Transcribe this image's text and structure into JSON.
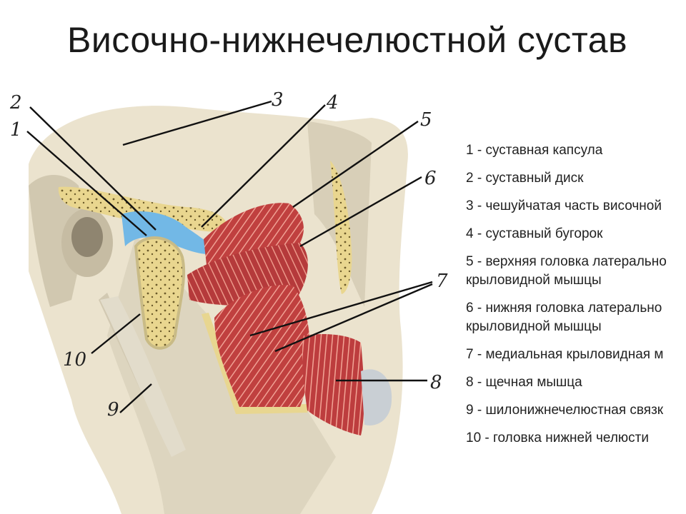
{
  "title": "Височно-нижнечелюстной сустав",
  "callouts": [
    "1",
    "2",
    "3",
    "4",
    "5",
    "6",
    "7",
    "8",
    "9",
    "10"
  ],
  "legend": [
    [
      "1 - суставная капсула"
    ],
    [
      "2 - суставный диск"
    ],
    [
      "3 - чешуйчатая часть височной"
    ],
    [
      "4 - суставный бугорок"
    ],
    [
      "5 - верхняя головка латерально",
      "крыловидной мышцы"
    ],
    [
      "6 - нижняя головка латерально",
      "крыловидной мышцы"
    ],
    [
      "7 - медиальная крыловидная м"
    ],
    [
      "8 - щечная мышца"
    ],
    [
      "9 - шилонижнечелюстная связк"
    ],
    [
      "10 - головка нижней челюсти"
    ]
  ],
  "colors": {
    "bone": "#ece4cf",
    "bone_shadow": "#c9bfa6",
    "cancellous": "#e6d38f",
    "disc": "#72b8e6",
    "muscle": "#b93a3c",
    "muscle_light": "#e07b73"
  }
}
